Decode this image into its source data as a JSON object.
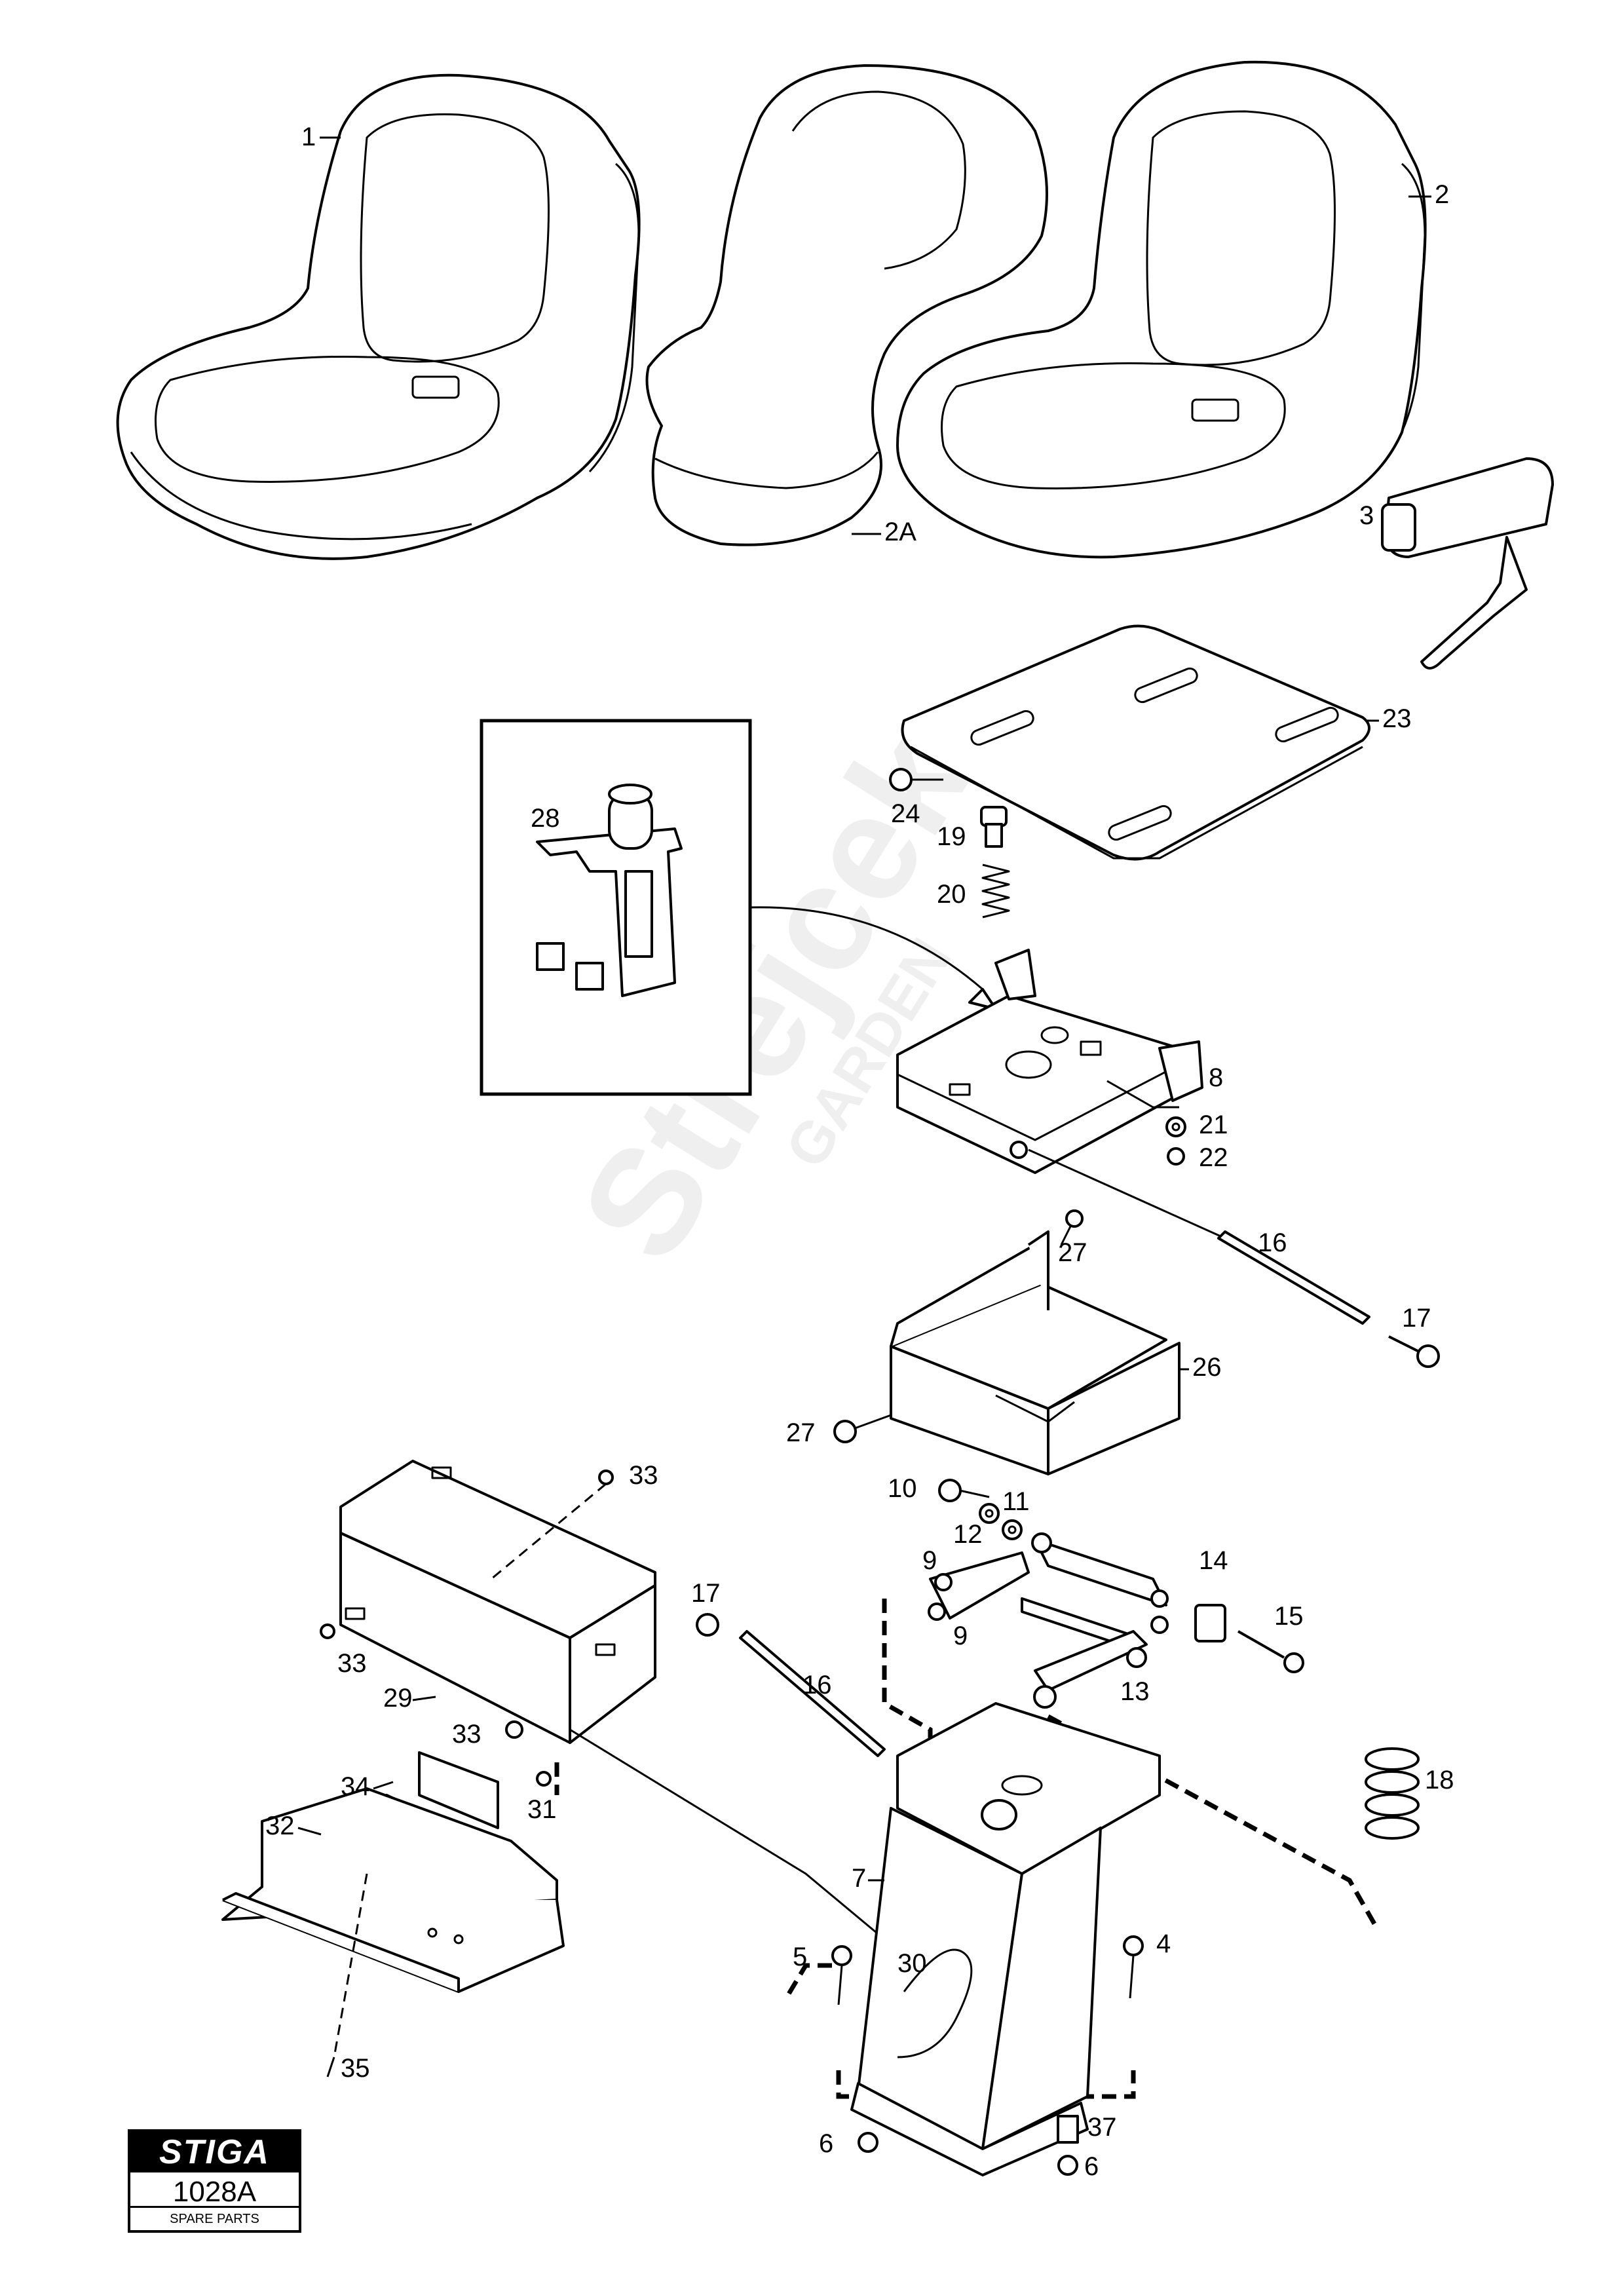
{
  "diagram": {
    "callouts": {
      "c1": "1",
      "c2": "2",
      "c2a": "2A",
      "c3": "3",
      "c23": "23",
      "c24": "24",
      "c19": "19",
      "c20": "20",
      "c28": "28",
      "c8": "8",
      "c21": "21",
      "c22": "22",
      "c16a": "16",
      "c17a": "17",
      "c27a": "27",
      "c26": "26",
      "c27b": "27",
      "c33a": "33",
      "c10": "10",
      "c11": "11",
      "c12": "12",
      "c9a": "9",
      "c9b": "9",
      "c14": "14",
      "c15": "15",
      "c13": "13",
      "c17b": "17",
      "c16b": "16",
      "c33b": "33",
      "c29": "29",
      "c33c": "33",
      "c31": "31",
      "c34": "34",
      "c32": "32",
      "c18": "18",
      "c7": "7",
      "c4": "4",
      "c5": "5",
      "c30": "30",
      "c35": "35",
      "c6a": "6",
      "c37": "37",
      "c6b": "6"
    },
    "watermark": {
      "line1": "Strejcek",
      "line2": "GARDEN"
    }
  },
  "logo": {
    "brand": "STIGA",
    "code": "1028A",
    "subtitle": "SPARE PARTS"
  }
}
